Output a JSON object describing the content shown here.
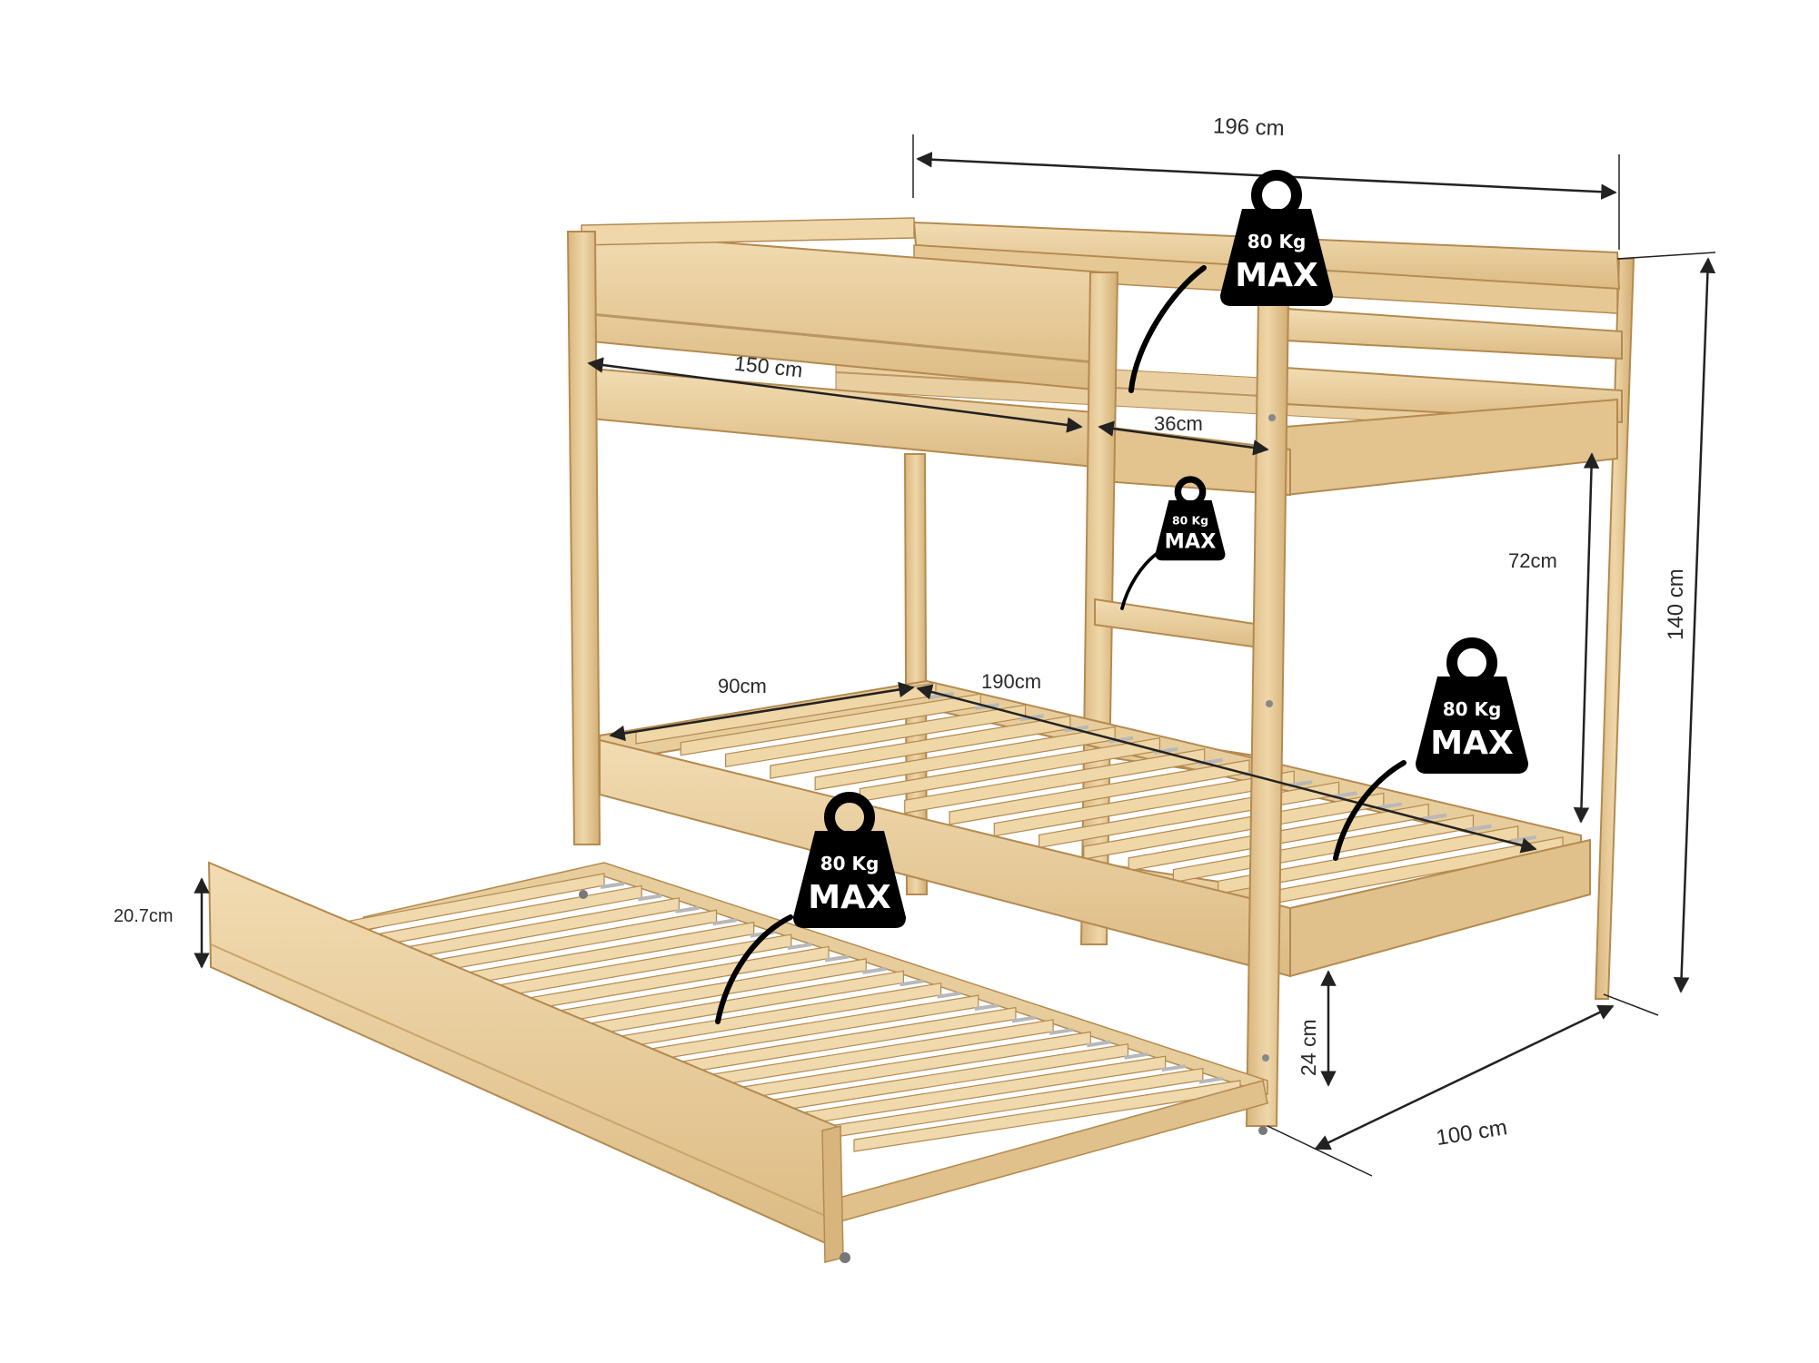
{
  "colors": {
    "wood_light": "#ecd4a6",
    "wood_mid": "#dcbc86",
    "wood_dark": "#c49a5c",
    "wood_edge": "#a98048",
    "slat_shadow": "#b8b8b8",
    "dimension_line": "#222222",
    "badge": "#000000",
    "badge_text": "#ffffff"
  },
  "dimensions": {
    "overall_length": "196 cm",
    "overall_height": "140 cm",
    "overall_width": "100 cm",
    "top_opening": "150 cm",
    "ladder_gap": "36cm",
    "bunk_clearance": "72cm",
    "mattress_width": "90cm",
    "mattress_length": "190cm",
    "trundle_height": "20.7cm",
    "floor_clearance": "24 cm"
  },
  "weight_badges": [
    {
      "name": "top-bunk",
      "kg": "80 Kg",
      "max": "MAX"
    },
    {
      "name": "ladder",
      "kg": "80 Kg",
      "max": "MAX"
    },
    {
      "name": "bottom-bunk",
      "kg": "80 Kg",
      "max": "MAX"
    },
    {
      "name": "trundle",
      "kg": "80 Kg",
      "max": "MAX"
    }
  ]
}
